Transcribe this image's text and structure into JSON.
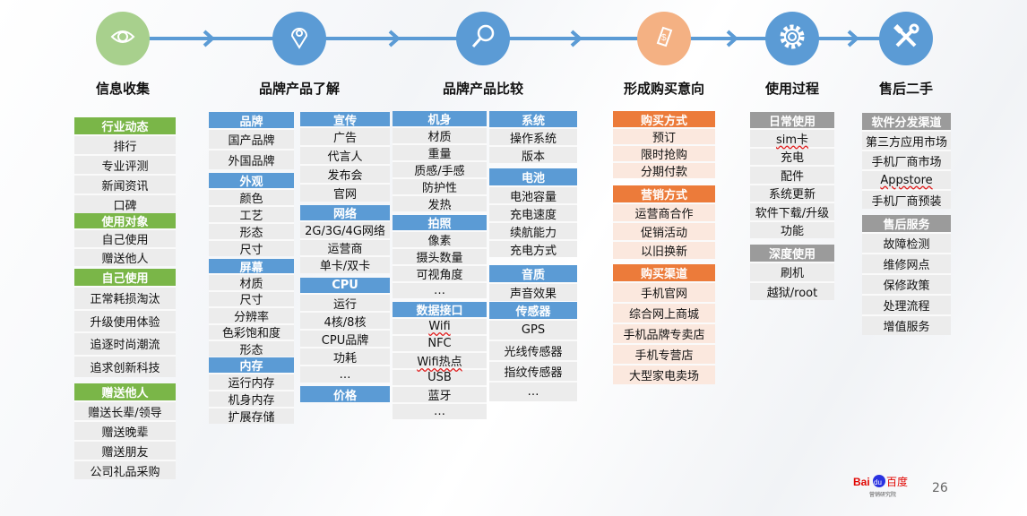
{
  "colors": {
    "green": "#7ab648",
    "blue": "#5b9bd5",
    "orange": "#ec7b3a",
    "gray": "#9b9b9b",
    "cell": "#ececec",
    "cell_orange": "#fbe8de"
  },
  "steps": [
    {
      "title": "信息收集",
      "icon": "eye-icon",
      "color": "#a8d08d"
    },
    {
      "title": "品牌产品了解",
      "icon": "map-pin-icon",
      "color": "#5b9bd5"
    },
    {
      "title": "品牌产品比较",
      "icon": "magnifier-icon",
      "color": "#5b9bd5"
    },
    {
      "title": "形成购买意向",
      "icon": "money-icon",
      "color": "#f4b183"
    },
    {
      "title": "使用过程",
      "icon": "gear-icon",
      "color": "#5b9bd5"
    },
    {
      "title": "售后二手",
      "icon": "tools-icon",
      "color": "#5b9bd5"
    }
  ],
  "columns": [
    {
      "sections": [
        {
          "title": "行业动态",
          "items": [
            "排行",
            "专业评测",
            "新闻资讯",
            "口碑"
          ]
        },
        {
          "title": "使用对象",
          "items": [
            "自己使用",
            "赠送他人"
          ]
        },
        {
          "title": "自己使用",
          "items": [
            "正常耗损淘汰",
            "升级使用体验",
            "追逐时尚潮流",
            "追求创新科技"
          ]
        },
        {
          "title": "赠送他人",
          "items": [
            "赠送长辈/领导",
            "赠送晚辈",
            "赠送朋友",
            "公司礼品采购"
          ]
        }
      ]
    },
    {
      "sections": [
        {
          "title": "品牌",
          "items": [
            "国产品牌",
            "外国品牌"
          ]
        },
        {
          "title": "外观",
          "items": [
            "颜色",
            "工艺",
            "形态",
            "尺寸"
          ]
        },
        {
          "title": "屏幕",
          "items": [
            "材质",
            "尺寸",
            "分辨率",
            "色彩饱和度",
            "形态"
          ]
        },
        {
          "title": "内存",
          "items": [
            "运行内存",
            "机身内存",
            "扩展存储"
          ]
        }
      ]
    },
    {
      "sections": [
        {
          "title": "宣传",
          "items": [
            "广告",
            "代言人",
            "发布会",
            "官网"
          ]
        },
        {
          "title": "网络",
          "items": [
            "2G/3G/4G网络",
            "运营商",
            "单卡/双卡"
          ]
        },
        {
          "title": "CPU",
          "items": [
            "运行",
            "4核/8核",
            "CPU品牌",
            "功耗",
            "…"
          ]
        },
        {
          "title": "价格",
          "items": []
        }
      ]
    },
    {
      "sections": [
        {
          "title": "机身",
          "items": [
            "材质",
            "重量",
            "质感/手感",
            "防护性",
            "发热"
          ]
        },
        {
          "title": "拍照",
          "items": [
            "像素",
            "摄头数量",
            "可视角度",
            "…"
          ]
        },
        {
          "title": "数据接口",
          "items": [
            "Wifi",
            "NFC",
            "Wifi热点",
            "USB",
            "蓝牙",
            "…"
          ]
        }
      ]
    },
    {
      "sections": [
        {
          "title": "系统",
          "items": [
            "操作系统",
            "版本"
          ]
        },
        {
          "title": "电池",
          "items": [
            "电池容量",
            "充电速度",
            "续航能力",
            "充电方式"
          ]
        },
        {
          "title": "音质",
          "items": [
            "声音效果"
          ]
        },
        {
          "title": "传感器",
          "items": [
            "GPS",
            "光线传感器",
            "指纹传感器",
            "…"
          ]
        }
      ]
    },
    {
      "sections": [
        {
          "title": "购买方式",
          "items": [
            "预订",
            "限时抢购",
            "分期付款"
          ]
        },
        {
          "title": "营销方式",
          "items": [
            "运营商合作",
            "促销活动",
            "以旧换新"
          ]
        },
        {
          "title": "购买渠道",
          "items": [
            "手机官网",
            "综合网上商城",
            "手机品牌专卖店",
            "手机专营店",
            "大型家电卖场"
          ]
        }
      ]
    },
    {
      "sections": [
        {
          "title": "日常使用",
          "items": [
            "sim卡",
            "充电",
            "配件",
            "系统更新",
            "软件下载/升级",
            "功能"
          ]
        },
        {
          "title": "深度使用",
          "items": [
            "刷机",
            "越狱/root"
          ]
        }
      ]
    },
    {
      "sections": [
        {
          "title": "软件分发渠道",
          "items": [
            "第三方应用市场",
            "手机厂商市场",
            "Appstore",
            "手机厂商预装"
          ]
        },
        {
          "title": "售后服务",
          "items": [
            "故障检测",
            "维修网点",
            "保修政策",
            "处理流程",
            "增值服务"
          ]
        }
      ]
    }
  ],
  "footer": {
    "logo_text": "Bai du 百度",
    "logo_sub": "营销研究院",
    "page_number": "26"
  }
}
